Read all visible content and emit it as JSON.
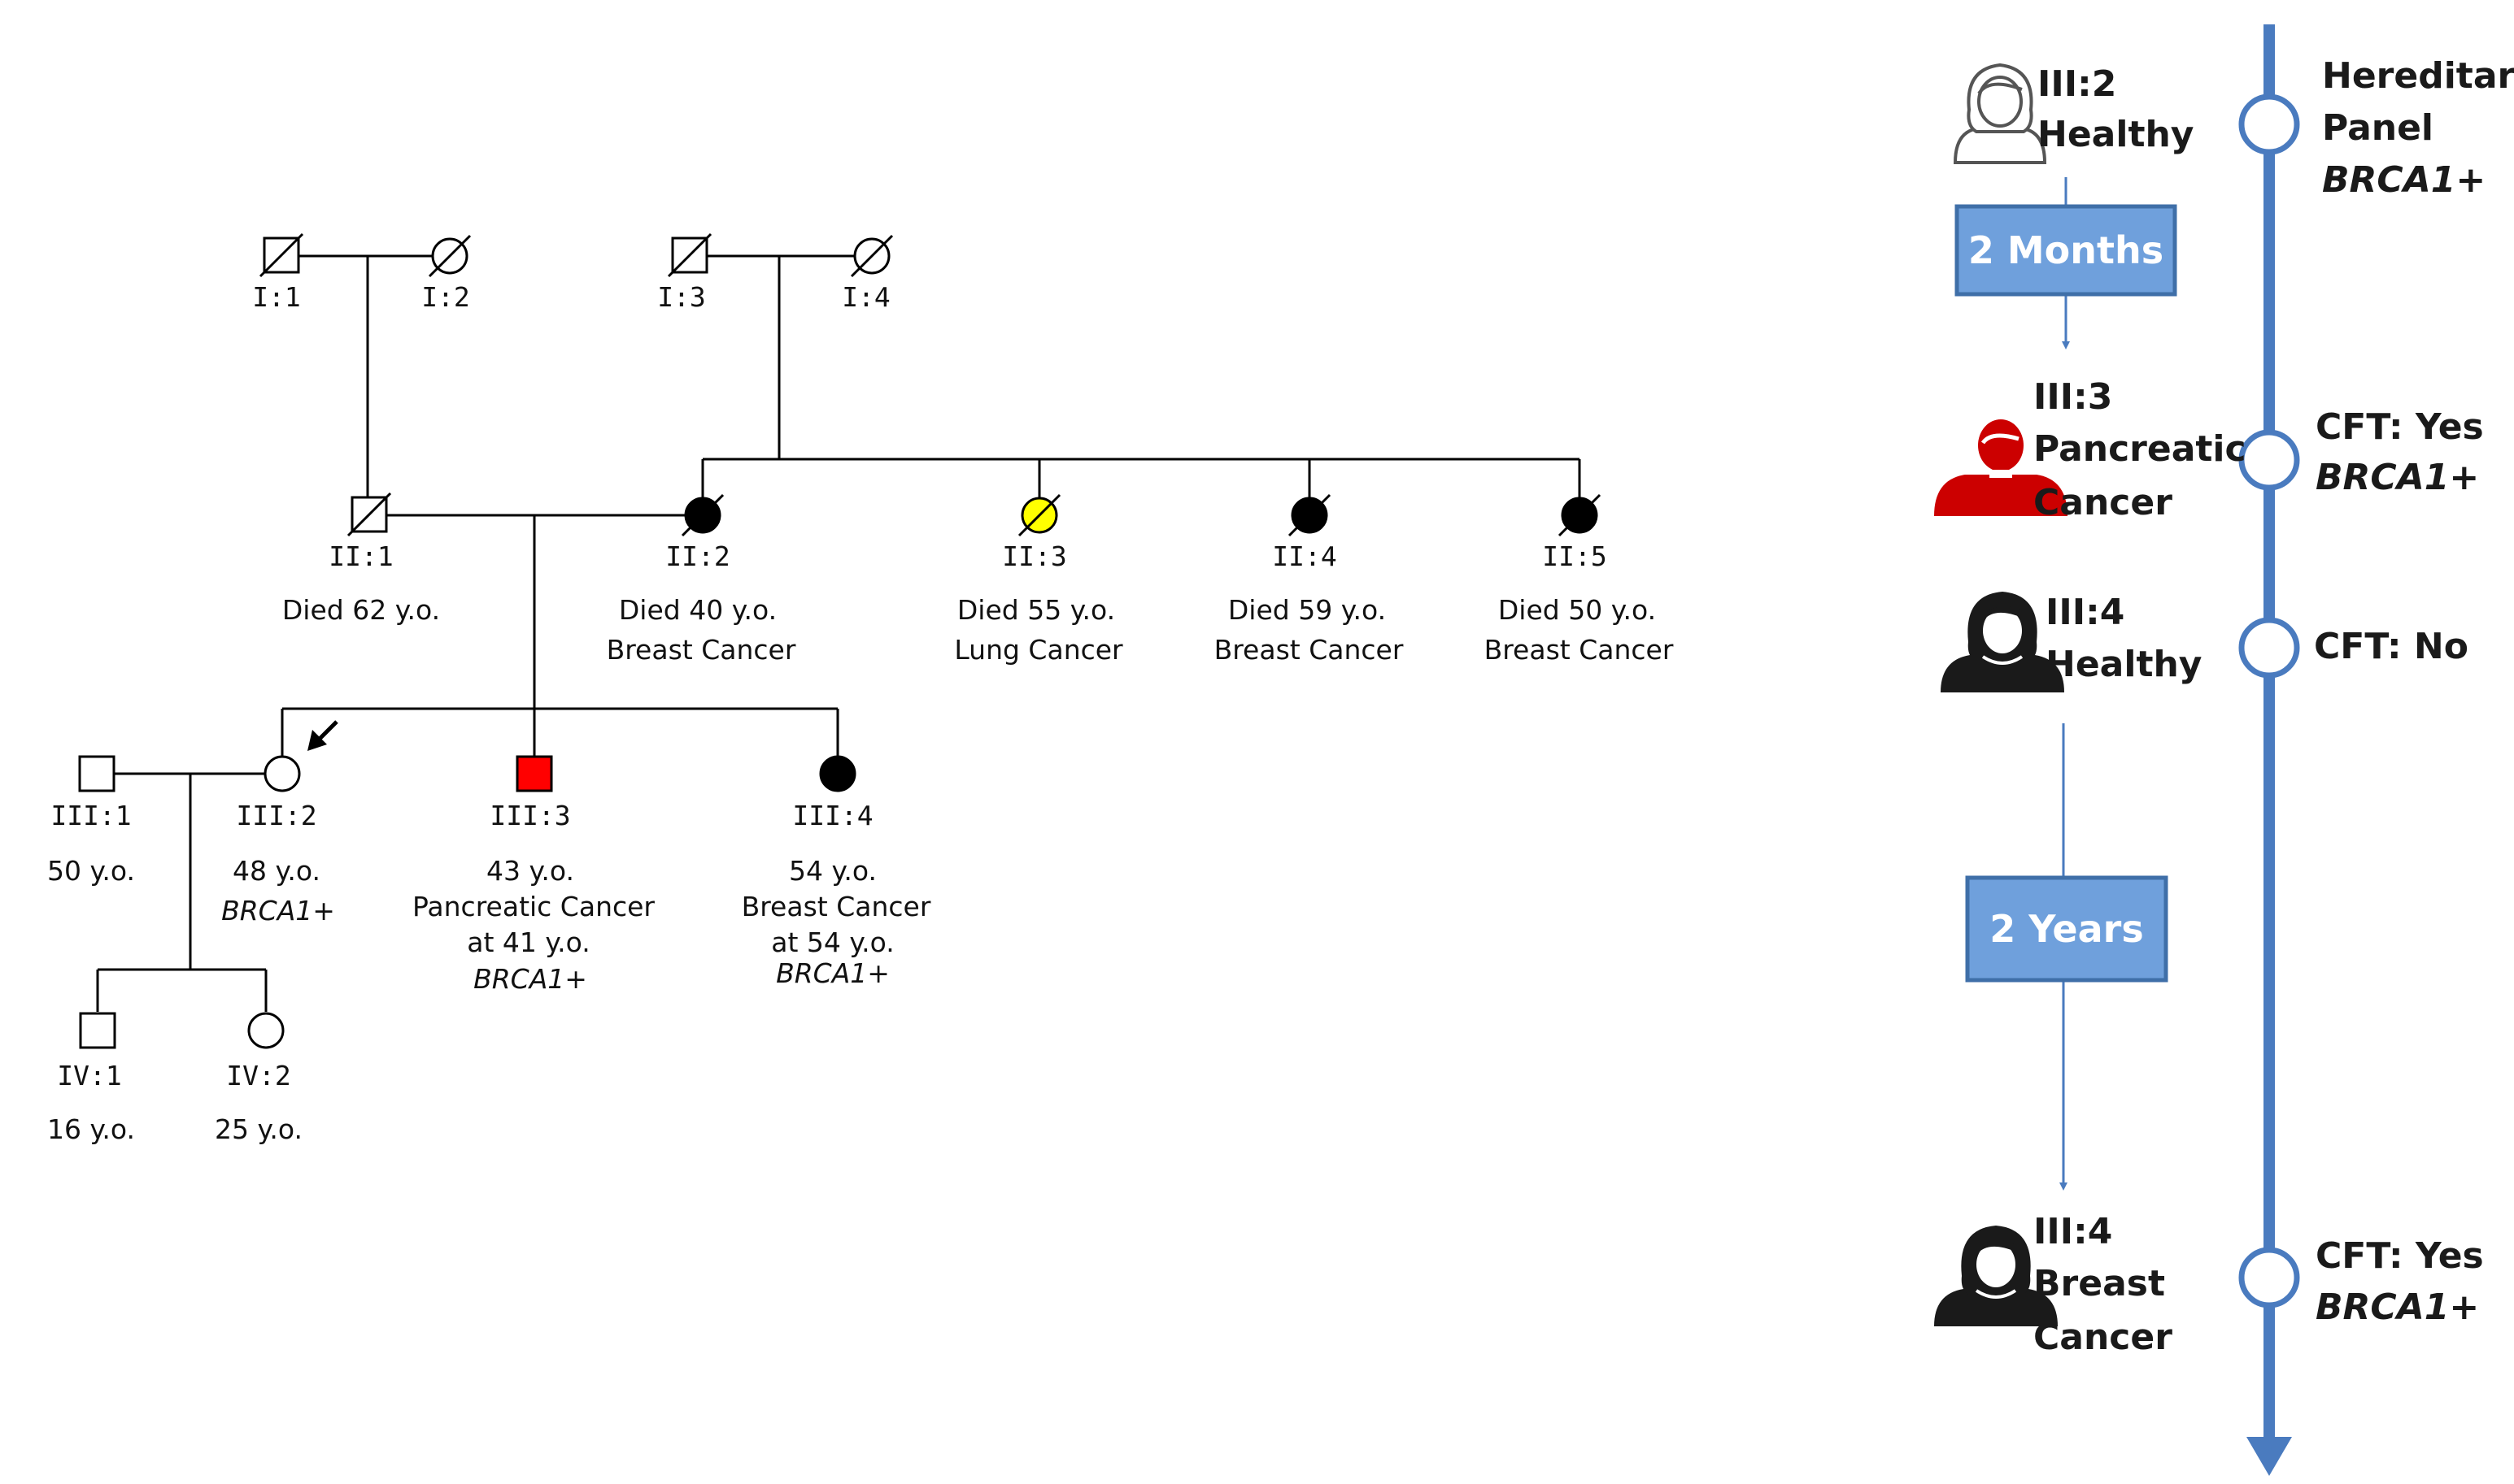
{
  "pedigree": {
    "gen1": {
      "I1": {
        "id": "I:1"
      },
      "I2": {
        "id": "I:2"
      },
      "I3": {
        "id": "I:3"
      },
      "I4": {
        "id": "I:4"
      }
    },
    "gen2": {
      "II1": {
        "id": "II:1",
        "desc1": "Died 62 y.o."
      },
      "II2": {
        "id": "II:2",
        "desc1": "Died 40 y.o.",
        "desc2": "Breast Cancer"
      },
      "II3": {
        "id": "II:3",
        "desc1": "Died 55 y.o.",
        "desc2": "Lung Cancer"
      },
      "II4": {
        "id": "II:4",
        "desc1": "Died 59 y.o.",
        "desc2": "Breast Cancer"
      },
      "II5": {
        "id": "II:5",
        "desc1": "Died 50 y.o.",
        "desc2": "Breast Cancer"
      }
    },
    "gen3": {
      "III1": {
        "id": "III:1",
        "desc1": "50 y.o."
      },
      "III2": {
        "id": "III:2",
        "desc1": "48 y.o.",
        "desc2": "BRCA1+"
      },
      "III3": {
        "id": "III:3",
        "desc1": "43 y.o.",
        "desc2": "Pancreatic Cancer",
        "desc3": "at 41 y.o.",
        "desc4": "BRCA1+"
      },
      "III4": {
        "id": "III:4",
        "desc1": "54 y.o.",
        "desc2": "Breast Cancer",
        "desc3": "at 54 y.o.",
        "desc4": "BRCA1+"
      }
    },
    "gen4": {
      "IV1": {
        "id": "IV:1",
        "desc1": "16 y.o."
      },
      "IV2": {
        "id": "IV:2",
        "desc1": "25 y.o."
      }
    },
    "colors": {
      "affected_breast": "#000000",
      "affected_lung": "#ffff00",
      "affected_pancreatic": "#ff0000",
      "unaffected": "#ffffff"
    }
  },
  "timeline": {
    "color": "#4a7bbf",
    "box_fill": "#6fa0dc",
    "box_border": "#3f6fa8",
    "events": [
      {
        "person_line1": "III:2",
        "person_line2": "Healthy",
        "test_line1": "Hereditary",
        "test_line2": "Panel",
        "test_line3": "BRCA1+",
        "icon": "woman-outline-icon"
      },
      {
        "person_line1": "III:3",
        "person_line2": "Pancreatic",
        "person_line3": "Cancer",
        "test_line1": "CFT: Yes",
        "test_line2": "BRCA1+",
        "icon": "man-red-icon"
      },
      {
        "person_line1": "III:4",
        "person_line2": "Healthy",
        "test_line1": "CFT: No",
        "icon": "woman-black-icon"
      },
      {
        "person_line1": "III:4",
        "person_line2": "Breast",
        "person_line3": "Cancer",
        "test_line1": "CFT: Yes",
        "test_line2": "BRCA1+",
        "icon": "woman-black-icon"
      }
    ],
    "intervals": [
      {
        "label": "2 Months"
      },
      {
        "label": "2 Years"
      }
    ]
  }
}
